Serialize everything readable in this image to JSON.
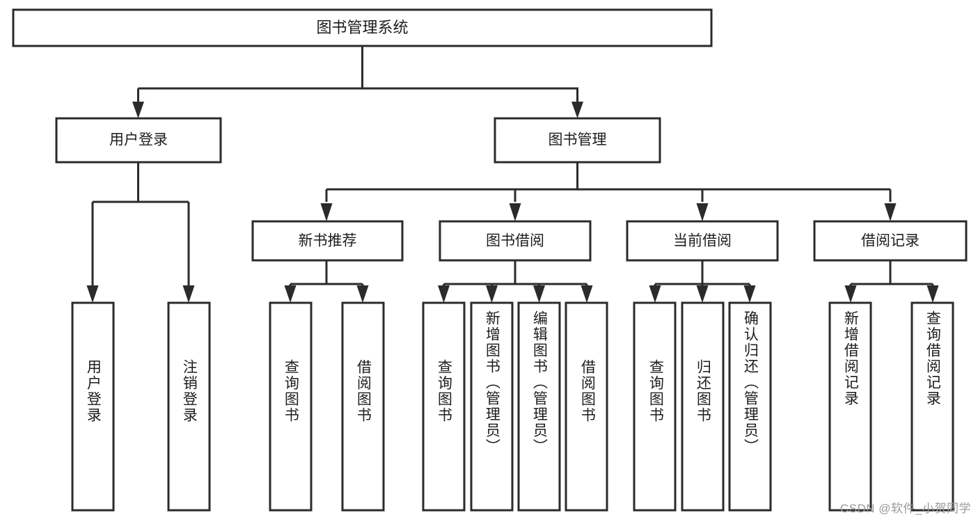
{
  "diagram": {
    "type": "tree",
    "title": "图书管理系统",
    "watermark": "CSDN @软件_小贺同学",
    "colors": {
      "stroke": "#2b2b2b",
      "fill": "#ffffff",
      "text": "#1d1d1d",
      "watermark": "#9a9a9a"
    },
    "root": {
      "label": "图书管理系统"
    },
    "level2": [
      {
        "label": "用户登录"
      },
      {
        "label": "图书管理"
      }
    ],
    "level3": [
      {
        "label": "新书推荐"
      },
      {
        "label": "图书借阅"
      },
      {
        "label": "当前借阅"
      },
      {
        "label": "借阅记录"
      }
    ],
    "leaves": {
      "user_login": [
        {
          "label": "用户登录"
        },
        {
          "label": "注销登录"
        }
      ],
      "new_book_recommend": [
        {
          "label": "查询图书"
        },
        {
          "label": "借阅图书"
        }
      ],
      "book_borrow": [
        {
          "label": "查询图书"
        },
        {
          "label": "新增图书（管理员）"
        },
        {
          "label": "编辑图书（管理员）"
        },
        {
          "label": "借阅图书"
        }
      ],
      "current_borrow": [
        {
          "label": "查询图书"
        },
        {
          "label": "归还图书"
        },
        {
          "label": "确认归还（管理员）"
        }
      ],
      "borrow_record": [
        {
          "label": "新增借阅记录"
        },
        {
          "label": "查询借阅记录"
        }
      ]
    }
  }
}
